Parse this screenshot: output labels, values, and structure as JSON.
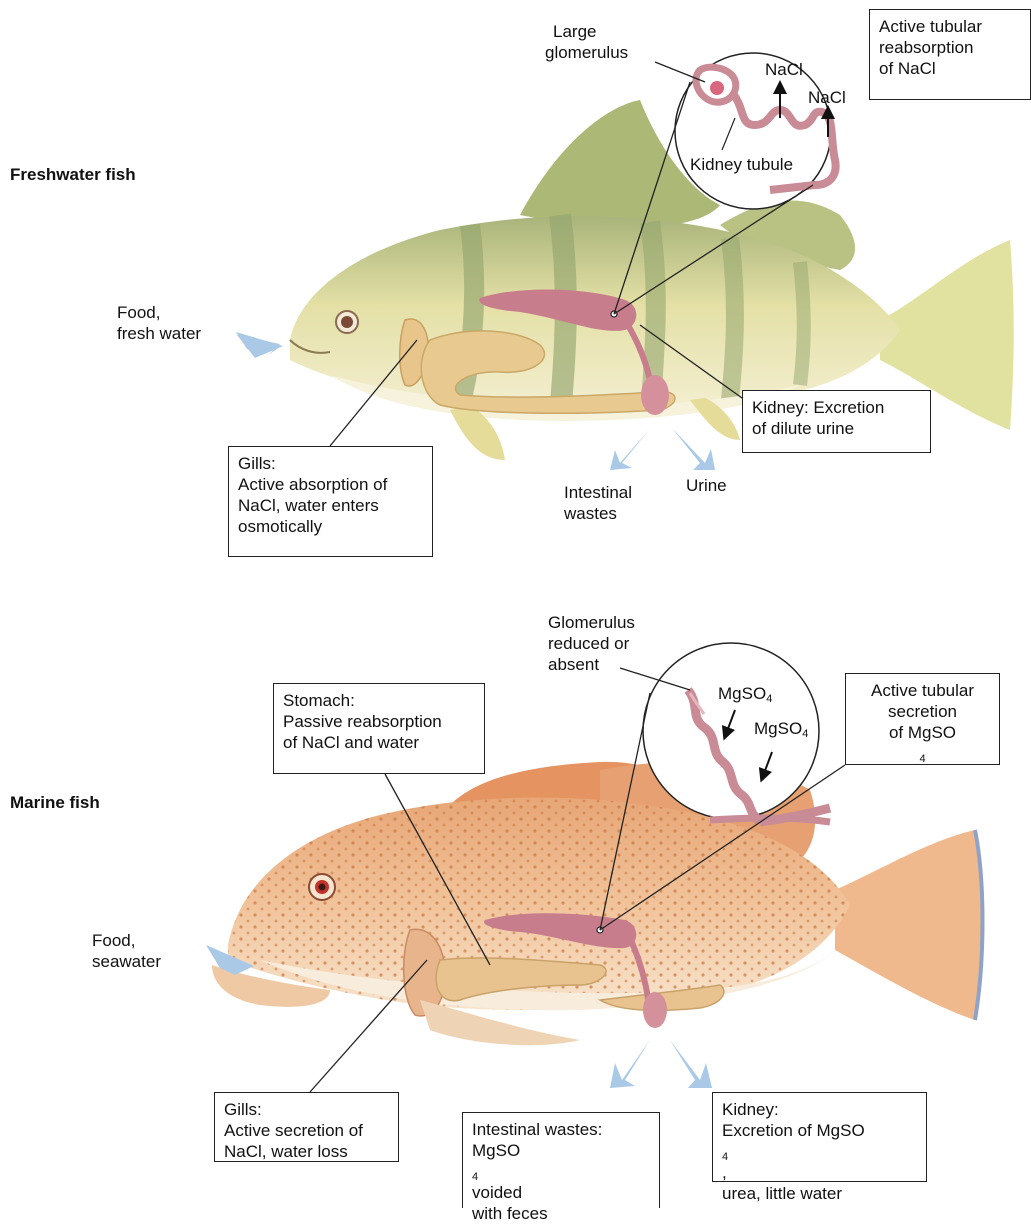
{
  "freshwater": {
    "heading": "Freshwater fish",
    "food_label": [
      "Food,",
      "fresh water"
    ],
    "glomerulus_label": [
      "Large",
      "glomerulus"
    ],
    "nacl_1": "NaCl",
    "nacl_2": "NaCl",
    "tubule_label": "Kidney tubule",
    "reabsorption_box": [
      "Active tubular",
      "reabsorption",
      "of NaCl"
    ],
    "kidney_box": [
      "Kidney: Excretion",
      "of dilute urine"
    ],
    "gills_box": [
      "Gills:",
      "Active absorption of",
      "NaCl, water enters",
      "osmotically"
    ],
    "intestinal_label": [
      "Intestinal",
      "wastes"
    ],
    "urine_label": "Urine"
  },
  "marine": {
    "heading": "Marine fish",
    "food_label": [
      "Food,",
      "seawater"
    ],
    "glomerulus_label": [
      "Glomerulus",
      "reduced or",
      "absent"
    ],
    "mgso4_prefix": "MgSO",
    "mgso4_sub": "4",
    "stomach_box": [
      "Stomach:",
      "Passive reabsorption",
      "of NaCl and water"
    ],
    "secretion_box": [
      "Active tubular",
      "secretion",
      "of MgSO"
    ],
    "gills_box": [
      "Gills:",
      "Active secretion of",
      "NaCl, water loss"
    ],
    "intestinal_box": [
      "Intestinal wastes:",
      "voided",
      "with feces"
    ],
    "kidney_box": [
      "Kidney:",
      "Excretion of MgSO",
      "urea, little water"
    ],
    "kidney_box_suffix": ","
  },
  "colors": {
    "freshwater_body": "#e3dfa2",
    "freshwater_bands": "#9fb07a",
    "marine_body": "#eeb88a",
    "kidney": "#c77c8c",
    "gut": "#e6c98c",
    "arrow": "#a9c9e6"
  }
}
